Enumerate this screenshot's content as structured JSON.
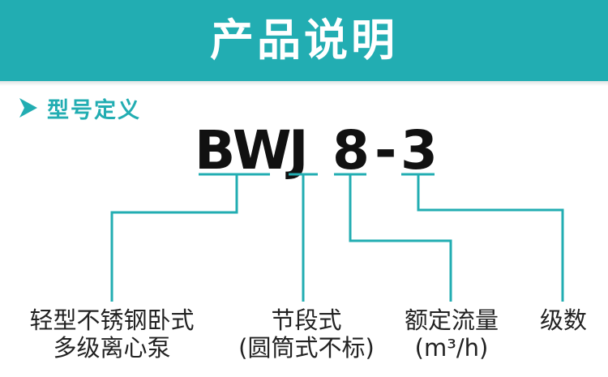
{
  "banner": {
    "title": "产品说明"
  },
  "section": {
    "title": "型号定义"
  },
  "model_code": {
    "part1": "BW",
    "part2": "J",
    "part3": "8",
    "dash": "-",
    "part4": "3"
  },
  "labels": {
    "type": {
      "line1": "轻型不锈钢卧式",
      "line2": "多级离心泵"
    },
    "stage": {
      "line1": "节段式",
      "line2": "(圆筒式不标)"
    },
    "flow": {
      "line1": "额定流量",
      "line2": "(m³/h)"
    },
    "level": {
      "line1": "级数"
    }
  },
  "colors": {
    "accent": "#22adb2",
    "text": "#222222"
  }
}
